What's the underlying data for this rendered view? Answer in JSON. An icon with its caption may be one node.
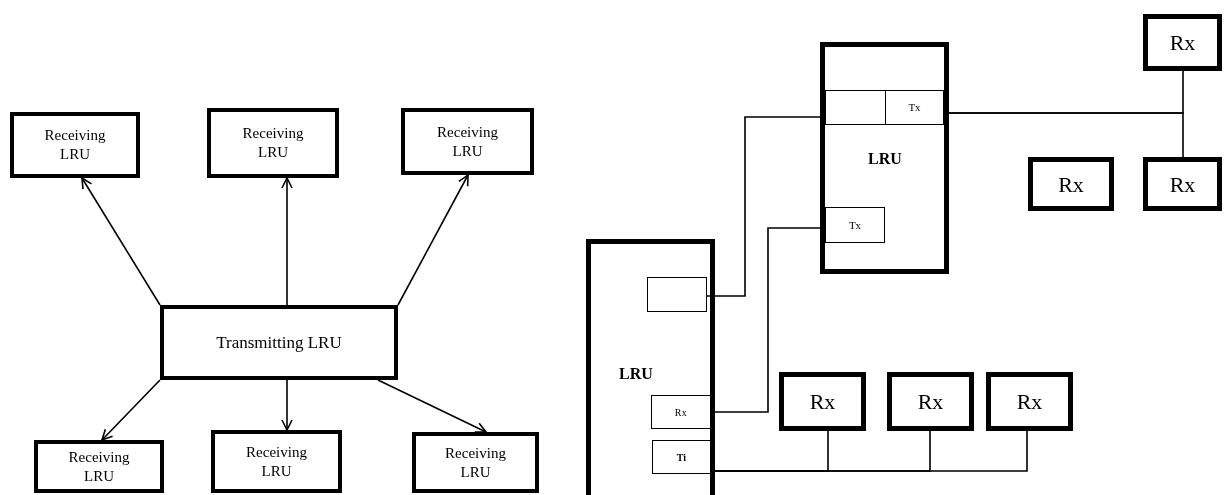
{
  "diagram": {
    "nodes": [
      {
        "text": [
          "Transmitting LRU"
        ]
      },
      {
        "text": [
          "Receiving LRU"
        ]
      },
      {
        "text": [
          "Receiving LRU"
        ]
      },
      {
        "text": [
          "Receiving LRU"
        ]
      },
      {
        "text": [
          "Receiving LRU"
        ]
      },
      {
        "text": [
          "Receiving LRU"
        ]
      },
      {
        "text": [
          "Receiving LRU"
        ]
      },
      {
        "text": [
          "LRU"
        ]
      },
      {
        "text": [],
        "shape": "box",
        "in": 7
      },
      {
        "text": [
          "Tx"
        ],
        "in": 7
      },
      {
        "text": [
          "Tx"
        ],
        "in": 7
      },
      {
        "text": [
          "LRU"
        ]
      },
      {
        "text": [],
        "shape": "box",
        "in": 11
      },
      {
        "text": [
          "Rx"
        ],
        "in": 11
      },
      {
        "text": [
          "Ti"
        ],
        "in": 11
      },
      {
        "text": [
          "Rx"
        ]
      },
      {
        "text": [
          "Rx"
        ]
      },
      {
        "text": [
          "Rx"
        ]
      },
      {
        "text": [
          "Rx"
        ]
      },
      {
        "text": [
          "Rx"
        ]
      },
      {
        "text": [
          "Rx"
        ]
      }
    ],
    "edges": [
      {
        "from": 0,
        "to": 1,
        "arrow": "to"
      },
      {
        "from": 0,
        "to": 2,
        "arrow": "to"
      },
      {
        "from": 0,
        "to": 3,
        "arrow": "to"
      },
      {
        "from": 0,
        "to": 4,
        "arrow": "to"
      },
      {
        "from": 0,
        "to": 5,
        "arrow": "to"
      },
      {
        "from": 0,
        "to": 6,
        "arrow": "to"
      },
      {
        "from": 12,
        "to": 8,
        "arrow": "none"
      },
      {
        "from": 13,
        "to": 10,
        "arrow": "none"
      },
      {
        "from": 14,
        "to": 18,
        "arrow": "none"
      },
      {
        "from": 14,
        "to": 19,
        "arrow": "none"
      },
      {
        "from": 14,
        "to": 20,
        "arrow": "none"
      },
      {
        "from": 9,
        "to": 15,
        "arrow": "none"
      },
      {
        "from": 9,
        "to": 17,
        "arrow": "none"
      }
    ]
  }
}
